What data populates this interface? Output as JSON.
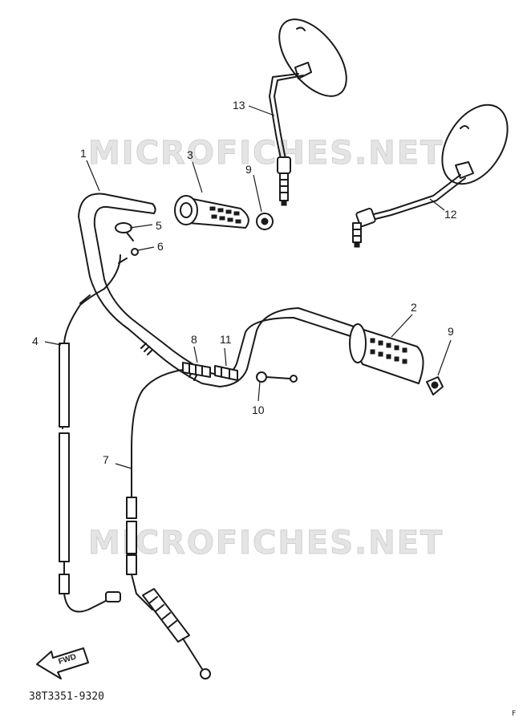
{
  "watermarks": [
    "MICROFICHES.NET",
    "MICROFICHES.NET"
  ],
  "callouts": {
    "c1": "1",
    "c2": "2",
    "c3": "3",
    "c4": "4",
    "c5": "5",
    "c6": "6",
    "c7": "7",
    "c8": "8",
    "c9a": "9",
    "c9b": "9",
    "c10": "10",
    "c11": "11",
    "c12": "12",
    "c13": "13"
  },
  "fwd_label": "FWD",
  "drawing_code": "38T3351-9320",
  "corner_mark": "F"
}
